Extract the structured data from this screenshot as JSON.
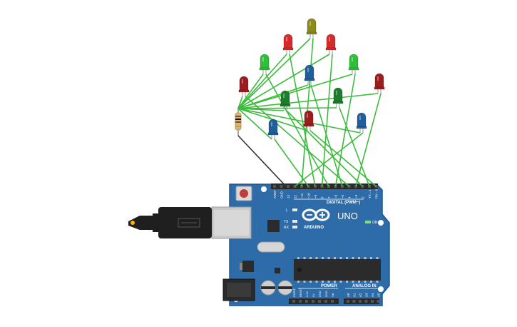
{
  "board": {
    "brand": "ARDUINO",
    "model": "UNO",
    "on_label": "ON",
    "digital_label": "DIGITAL (PWM~)",
    "power_label": "POWER",
    "analog_label": "ANALOG IN",
    "digital_pins": [
      "AREF",
      "GND",
      "13",
      "12",
      "~11",
      "~10",
      "~9",
      "8",
      "7",
      "~6",
      "~5",
      "4",
      "~3",
      "2",
      "TX→1",
      "RX←0"
    ],
    "power_pins": [
      "IOREF",
      "RESET",
      "3.3V",
      "5V",
      "GND",
      "GND",
      "Vin"
    ],
    "analog_pins": [
      "A0",
      "A1",
      "A2",
      "A3",
      "A4",
      "A5"
    ],
    "leds_side": [
      "L",
      "TX",
      "RX"
    ]
  },
  "leds": [
    {
      "color": "#8b8b1c",
      "lead": "#9a9a27"
    },
    {
      "color": "#d72a2a",
      "lead": "#e03a3a"
    },
    {
      "color": "#d72a2a",
      "lead": "#e03a3a"
    },
    {
      "color": "#2fbf3b",
      "lead": "#46d452"
    },
    {
      "color": "#2fbf3b",
      "lead": "#46d452"
    },
    {
      "color": "#1f5f9c",
      "lead": "#2f73b4"
    },
    {
      "color": "#9c1d1d",
      "lead": "#b02828"
    },
    {
      "color": "#9c1d1d",
      "lead": "#b02828"
    },
    {
      "color": "#1e7d2c",
      "lead": "#269436"
    },
    {
      "color": "#1e7d2c",
      "lead": "#269436"
    },
    {
      "color": "#9c1d1d",
      "lead": "#b02828"
    },
    {
      "color": "#1f5f9c",
      "lead": "#2f73b4"
    },
    {
      "color": "#1f5f9c",
      "lead": "#2f73b4"
    }
  ],
  "colors": {
    "board": "#2d6ca8",
    "board_edge": "#20568a",
    "wire": "#3dbb3d",
    "ground_wire": "#333333",
    "header": "#2a2a2a",
    "usb_metal": "#c9c9c9",
    "resistor": "#d8b77c"
  }
}
